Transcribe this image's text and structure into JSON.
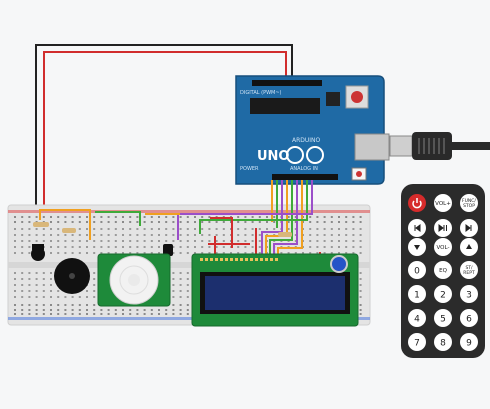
{
  "arduino": {
    "logo": "UNO",
    "brand": "ARDUINO",
    "label_analog": "ANALOG IN",
    "label_digital": "DIGITAL (PWM~)",
    "label_power": "POWER"
  },
  "remote": {
    "buttons": [
      {
        "label": "",
        "type": "power"
      },
      {
        "label": "VOL+",
        "type": "func"
      },
      {
        "label": "FUNC/\nSTOP",
        "type": "func"
      },
      {
        "label": "",
        "type": "prev"
      },
      {
        "label": "",
        "type": "playpause"
      },
      {
        "label": "",
        "type": "next"
      },
      {
        "label": "",
        "type": "down"
      },
      {
        "label": "VOL-",
        "type": "func"
      },
      {
        "label": "",
        "type": "up"
      },
      {
        "label": "0",
        "type": "num"
      },
      {
        "label": "EQ",
        "type": "func"
      },
      {
        "label": "ST/\nREPT",
        "type": "func"
      },
      {
        "label": "1",
        "type": "num"
      },
      {
        "label": "2",
        "type": "num"
      },
      {
        "label": "3",
        "type": "num"
      },
      {
        "label": "4",
        "type": "num"
      },
      {
        "label": "5",
        "type": "num"
      },
      {
        "label": "6",
        "type": "num"
      },
      {
        "label": "7",
        "type": "num"
      },
      {
        "label": "8",
        "type": "num"
      },
      {
        "label": "9",
        "type": "num"
      }
    ]
  },
  "colors": {
    "board": "#1f6aa5",
    "breadboard": "#e4e4e4",
    "remote": "#2b2b2b",
    "wire_red": "#d12d2d",
    "wire_black": "#222222",
    "wire_orange": "#f0a020",
    "wire_green": "#3faa3a",
    "wire_purple": "#9b4fc9",
    "lcd": "#1c2f6e",
    "pcb_green": "#1e8a3a"
  }
}
